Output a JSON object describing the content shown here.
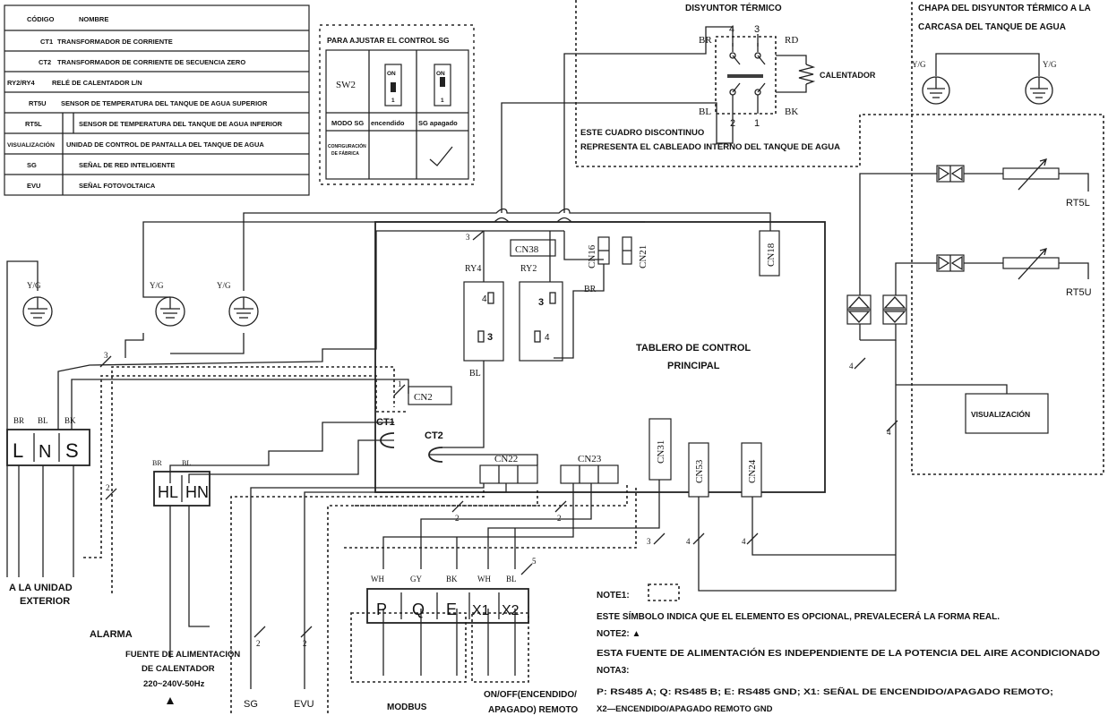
{
  "legend_table": {
    "header": {
      "code": "CÓDIGO",
      "name": "NOMBRE"
    },
    "rows": [
      {
        "code": "CT1",
        "name": "TRANSFORMADOR DE CORRIENTE"
      },
      {
        "code": "CT2",
        "name": "TRANSFORMADOR DE CORRIENTE DE SECUENCIA ZERO"
      },
      {
        "code": "RY2/RY4",
        "name": "RELÉ DE CALENTADOR L/N"
      },
      {
        "code": "RT5U",
        "name": "SENSOR DE TEMPERATURA DEL TANQUE DE AGUA SUPERIOR"
      },
      {
        "code": "RT5L",
        "name": "SENSOR DE TEMPERATURA DEL TANQUE DE AGUA INFERIOR"
      },
      {
        "code": "VISUALIZACIÓN",
        "name": "UNIDAD DE CONTROL DE PANTALLA DEL TANQUE DE AGUA"
      },
      {
        "code": "SG",
        "name": "SEÑAL DE RED INTELIGENTE"
      },
      {
        "code": "EVU",
        "name": "SEÑAL FOTOVOLTAICA"
      }
    ]
  },
  "sg_table": {
    "title": "PARA AJUSTAR EL CONTROL SG",
    "switch_label": "SW2",
    "on_label": "ON",
    "switch_pos": "1",
    "mode_label": "MODO SG",
    "on_state": "encendido",
    "off_state": "SG apagado",
    "factory_label_1": "CONFIGURACIÓN",
    "factory_label_2": "DE FÁBRICA"
  },
  "breaker": {
    "title": "DISYUNTOR TÉRMICO",
    "pin4": "4",
    "pin3": "3",
    "pin2": "2",
    "pin1": "1",
    "br": "BR",
    "rd": "RD",
    "bl": "BL",
    "bk": "BK",
    "heater": "CALENTADOR",
    "dashed_note_1": "ESTE CUADRO DISCONTINUO",
    "dashed_note_2": "REPRESENTA EL CABLEADO INTERNO DEL TANQUE DE AGUA"
  },
  "chassis": {
    "title_1": "CHAPA DEL DISYUNTOR TÉRMICO A LA",
    "title_2": "CARCASA DEL TANQUE DE AGUA",
    "yg_left": "Y/G",
    "yg_right": "Y/G"
  },
  "board": {
    "title_1": "TABLERO DE CONTROL",
    "title_2": "PRINCIPAL",
    "cn38": "CN38",
    "cn16": "CN16",
    "cn21": "CN21",
    "cn18": "CN18",
    "cn2": "CN2",
    "cn22": "CN22",
    "cn23": "CN23",
    "cn31": "CN31",
    "cn53": "CN53",
    "cn24": "CN24",
    "ry4": "RY4",
    "ry2": "RY2",
    "n4a": "4",
    "n3a": "3",
    "n3b": "3",
    "n4b": "4",
    "bl": "BL",
    "br": "BR",
    "ct1": "CT1",
    "ct2": "CT2"
  },
  "sensors": {
    "rt5l": "RT5L",
    "rt5u": "RT5U",
    "display": "VISUALIZACIÓN"
  },
  "left": {
    "yg1": "Y/G",
    "yg2": "Y/G",
    "yg3": "Y/G",
    "br": "BR",
    "bl": "BL",
    "bk": "BK",
    "l": "L",
    "n": "N",
    "s": "S",
    "hl": "HL",
    "hn": "HN",
    "hbr": "BR",
    "hbl": "BL",
    "outdoor_1": "A LA UNIDAD",
    "outdoor_2": "EXTERIOR",
    "alarm": "ALARMA",
    "power_1": "FUENTE DE ALIMENTACIÓN",
    "power_2": "DE CALENTADOR",
    "power_3": "220~240V-50Hz"
  },
  "wire_counts": {
    "w3a": "3",
    "w3b": "3",
    "w1": "1",
    "w2a": "2",
    "w2b": "2",
    "w2c": "2",
    "w2d": "2",
    "w2e": "2",
    "w5": "5",
    "w3c": "3",
    "w4a": "4",
    "w4b": "4",
    "w4c": "4",
    "w4d": "4"
  },
  "bottom": {
    "sg": "SG",
    "evu": "EVU",
    "wire_colors": [
      "WH",
      "GY",
      "BK",
      "WH",
      "BL"
    ],
    "terminals": [
      "P",
      "Q",
      "E",
      "X1",
      "X2"
    ],
    "modbus": "MODBUS",
    "remote_1": "ON/OFF(ENCENDIDO/",
    "remote_2": "APAGADO) REMOTO"
  },
  "notes": {
    "note1": "NOTE1:",
    "note1_text": "ESTE SÍMBOLO INDICA QUE EL ELEMENTO ES OPCIONAL, PREVALECERÁ LA FORMA REAL.",
    "note2": "NOTE2: ▲",
    "note2_text": "ESTA FUENTE DE ALIMENTACIÓN ES INDEPENDIENTE DE LA POTENCIA DEL AIRE ACONDICIONADO",
    "note3": "NOTA3:",
    "note3_line1": "P: RS485 A;  Q: RS485 B;  E: RS485 GND;  X1: SEÑAL DE ENCENDIDO/APAGADO REMOTO;",
    "note3_line2": "X2—ENCENDIDO/APAGADO REMOTO GND"
  }
}
